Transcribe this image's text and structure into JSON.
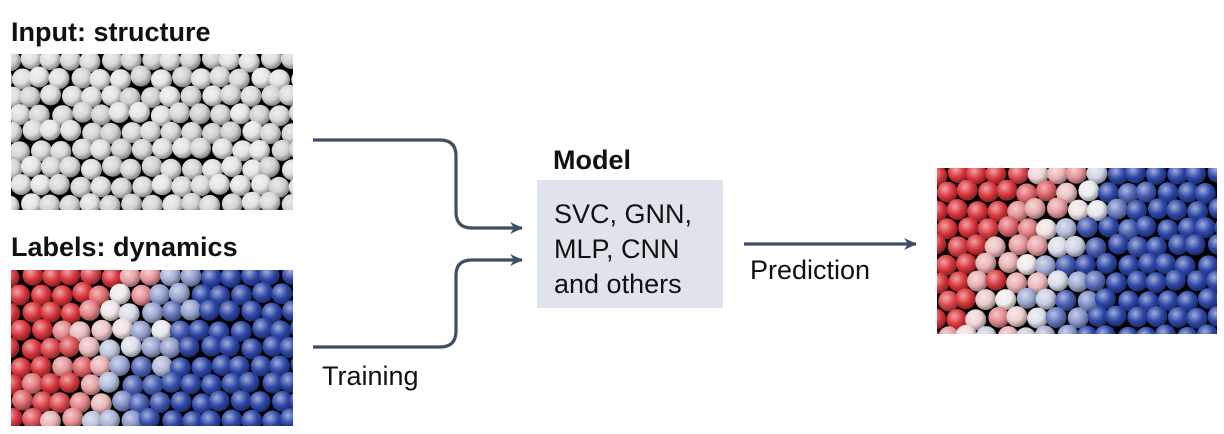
{
  "input_panel": {
    "title": "Input: structure"
  },
  "labels_panel": {
    "title": "Labels: dynamics"
  },
  "training_label": "Training",
  "model": {
    "title": "Model",
    "lines": [
      "SVC, GNN,",
      "MLP, CNN",
      "and others"
    ],
    "box_color": "#dfe4ec"
  },
  "prediction_label": "Prediction",
  "colors": {
    "arrow": "#3d4f66",
    "sphere_gray": "#e6e6e6",
    "sphere_red": "#d9353b",
    "sphere_white": "#f2f2f2",
    "sphere_blue": "#2d47a8"
  }
}
